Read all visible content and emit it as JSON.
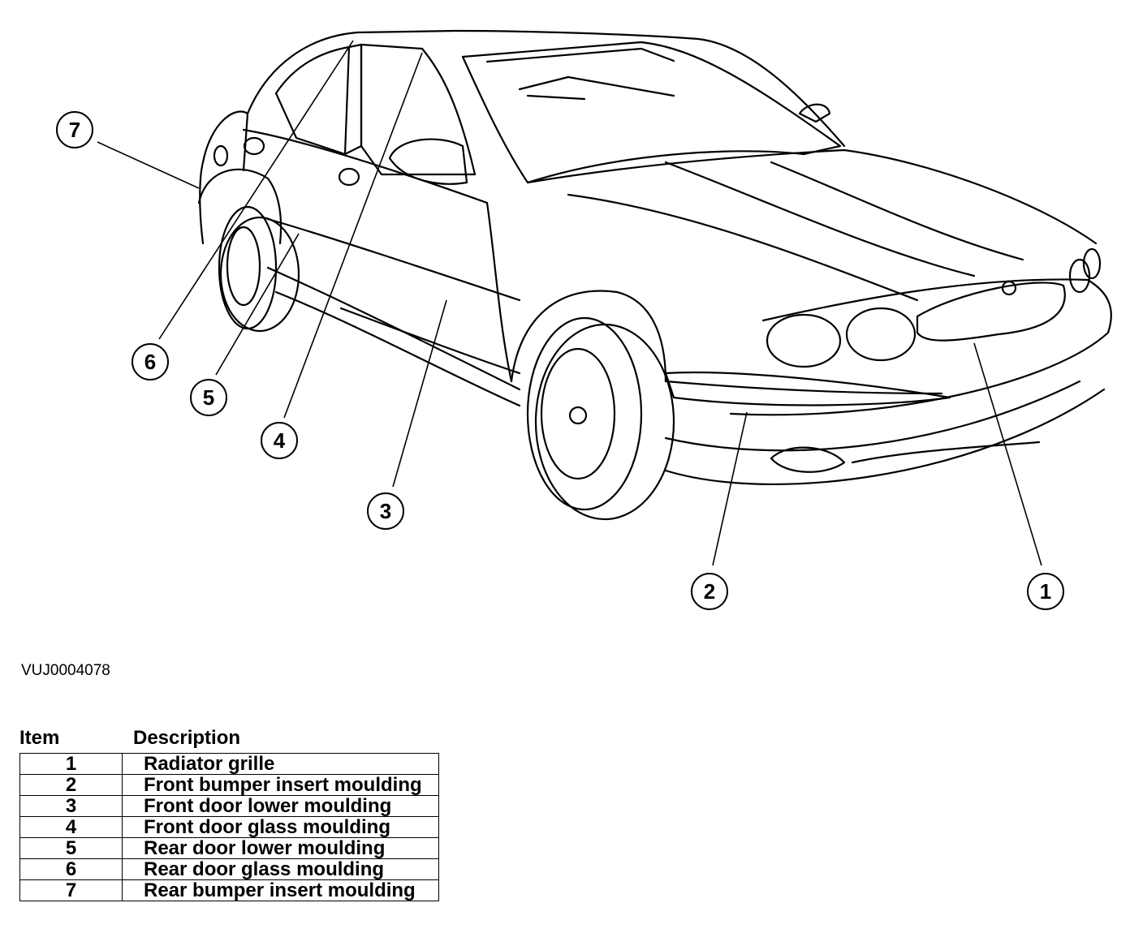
{
  "figure_id": "VUJ0004078",
  "callouts": [
    "1",
    "2",
    "3",
    "4",
    "5",
    "6",
    "7"
  ],
  "legend": {
    "header_item": "Item",
    "header_description": "Description",
    "rows": [
      {
        "item": "1",
        "description": "Radiator grille"
      },
      {
        "item": "2",
        "description": "Front bumper insert moulding"
      },
      {
        "item": "3",
        "description": "Front door lower moulding"
      },
      {
        "item": "4",
        "description": "Front door glass moulding"
      },
      {
        "item": "5",
        "description": "Rear door lower moulding"
      },
      {
        "item": "6",
        "description": "Rear door glass moulding"
      },
      {
        "item": "7",
        "description": "Rear bumper insert moulding"
      }
    ]
  }
}
